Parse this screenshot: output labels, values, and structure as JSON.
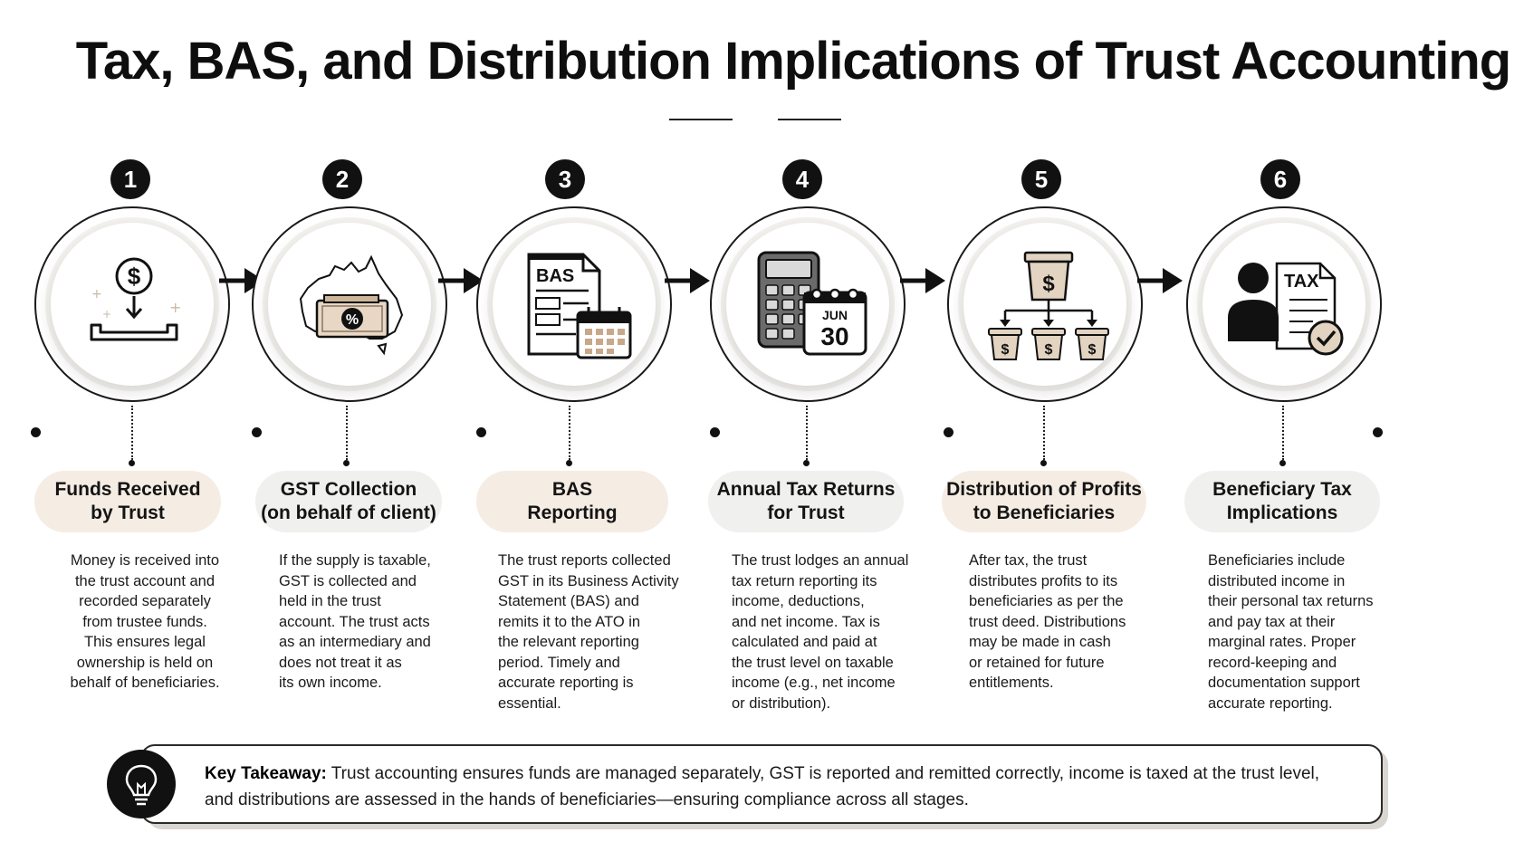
{
  "title": "Tax, BAS, and Distribution Implications of Trust Accounting",
  "steps": [
    {
      "number": "1",
      "icon": "deposit-tray-icon",
      "heading_line1": "Funds Received",
      "heading_line2": "by Trust",
      "pill_style": "beige",
      "description": [
        "Money is received into",
        "the trust account and",
        "recorded separately",
        "from trustee funds.",
        "This ensures legal",
        "ownership is held on",
        "behalf of beneficiaries."
      ]
    },
    {
      "number": "2",
      "icon": "australia-map-icon",
      "heading_line1": "GST Collection",
      "heading_line2": "(on behalf of client)",
      "pill_style": "gray",
      "description": [
        "If the supply is taxable,",
        "GST is collected and",
        "held in the trust",
        "account. The trust acts",
        "as an intermediary and",
        "does not treat it as",
        "its own income."
      ]
    },
    {
      "number": "3",
      "icon": "bas-document-icon",
      "heading_line1": "BAS",
      "heading_line2": "Reporting",
      "pill_style": "beige",
      "description": [
        "The trust reports collected",
        "GST in its Business Activity",
        "Statement (BAS) and",
        "remits it to the ATO in",
        "the relevant reporting",
        "period. Timely and",
        "accurate reporting is",
        "essential."
      ]
    },
    {
      "number": "4",
      "icon": "calculator-calendar-icon",
      "heading_line1": "Annual Tax Returns",
      "heading_line2": "for Trust",
      "pill_style": "gray",
      "calendar_month": "JUN",
      "calendar_day": "30",
      "description": [
        "The trust lodges an annual",
        "tax return reporting its",
        "income, deductions,",
        "and net income. Tax is",
        "calculated and paid at",
        "the trust level on taxable",
        "income (e.g., net income",
        "or distribution)."
      ]
    },
    {
      "number": "5",
      "icon": "distribution-pots-icon",
      "heading_line1": "Distribution of Profits",
      "heading_line2": "to Beneficiaries",
      "pill_style": "beige",
      "description": [
        "After tax, the trust",
        "distributes profits to its",
        "beneficiaries as per the",
        "trust deed. Distributions",
        "may be made in cash",
        "or retained for future",
        "entitlements."
      ]
    },
    {
      "number": "6",
      "icon": "beneficiary-tax-icon",
      "heading_line1": "Beneficiary Tax",
      "heading_line2": "Implications",
      "pill_style": "gray",
      "tax_label": "TAX",
      "description": [
        "Beneficiaries include",
        "distributed income in",
        "their personal tax returns",
        "and pay tax at their",
        "marginal rates. Proper",
        "record-keeping and",
        "documentation support",
        "accurate reporting."
      ]
    }
  ],
  "takeaway": {
    "label": "Key Takeaway:",
    "line1": "Trust accounting ensures funds are managed separately, GST is reported and remitted correctly, income is taxed at the trust level,",
    "line2": "and distributions are assessed in the hands of beneficiaries—ensuring compliance across all stages."
  }
}
